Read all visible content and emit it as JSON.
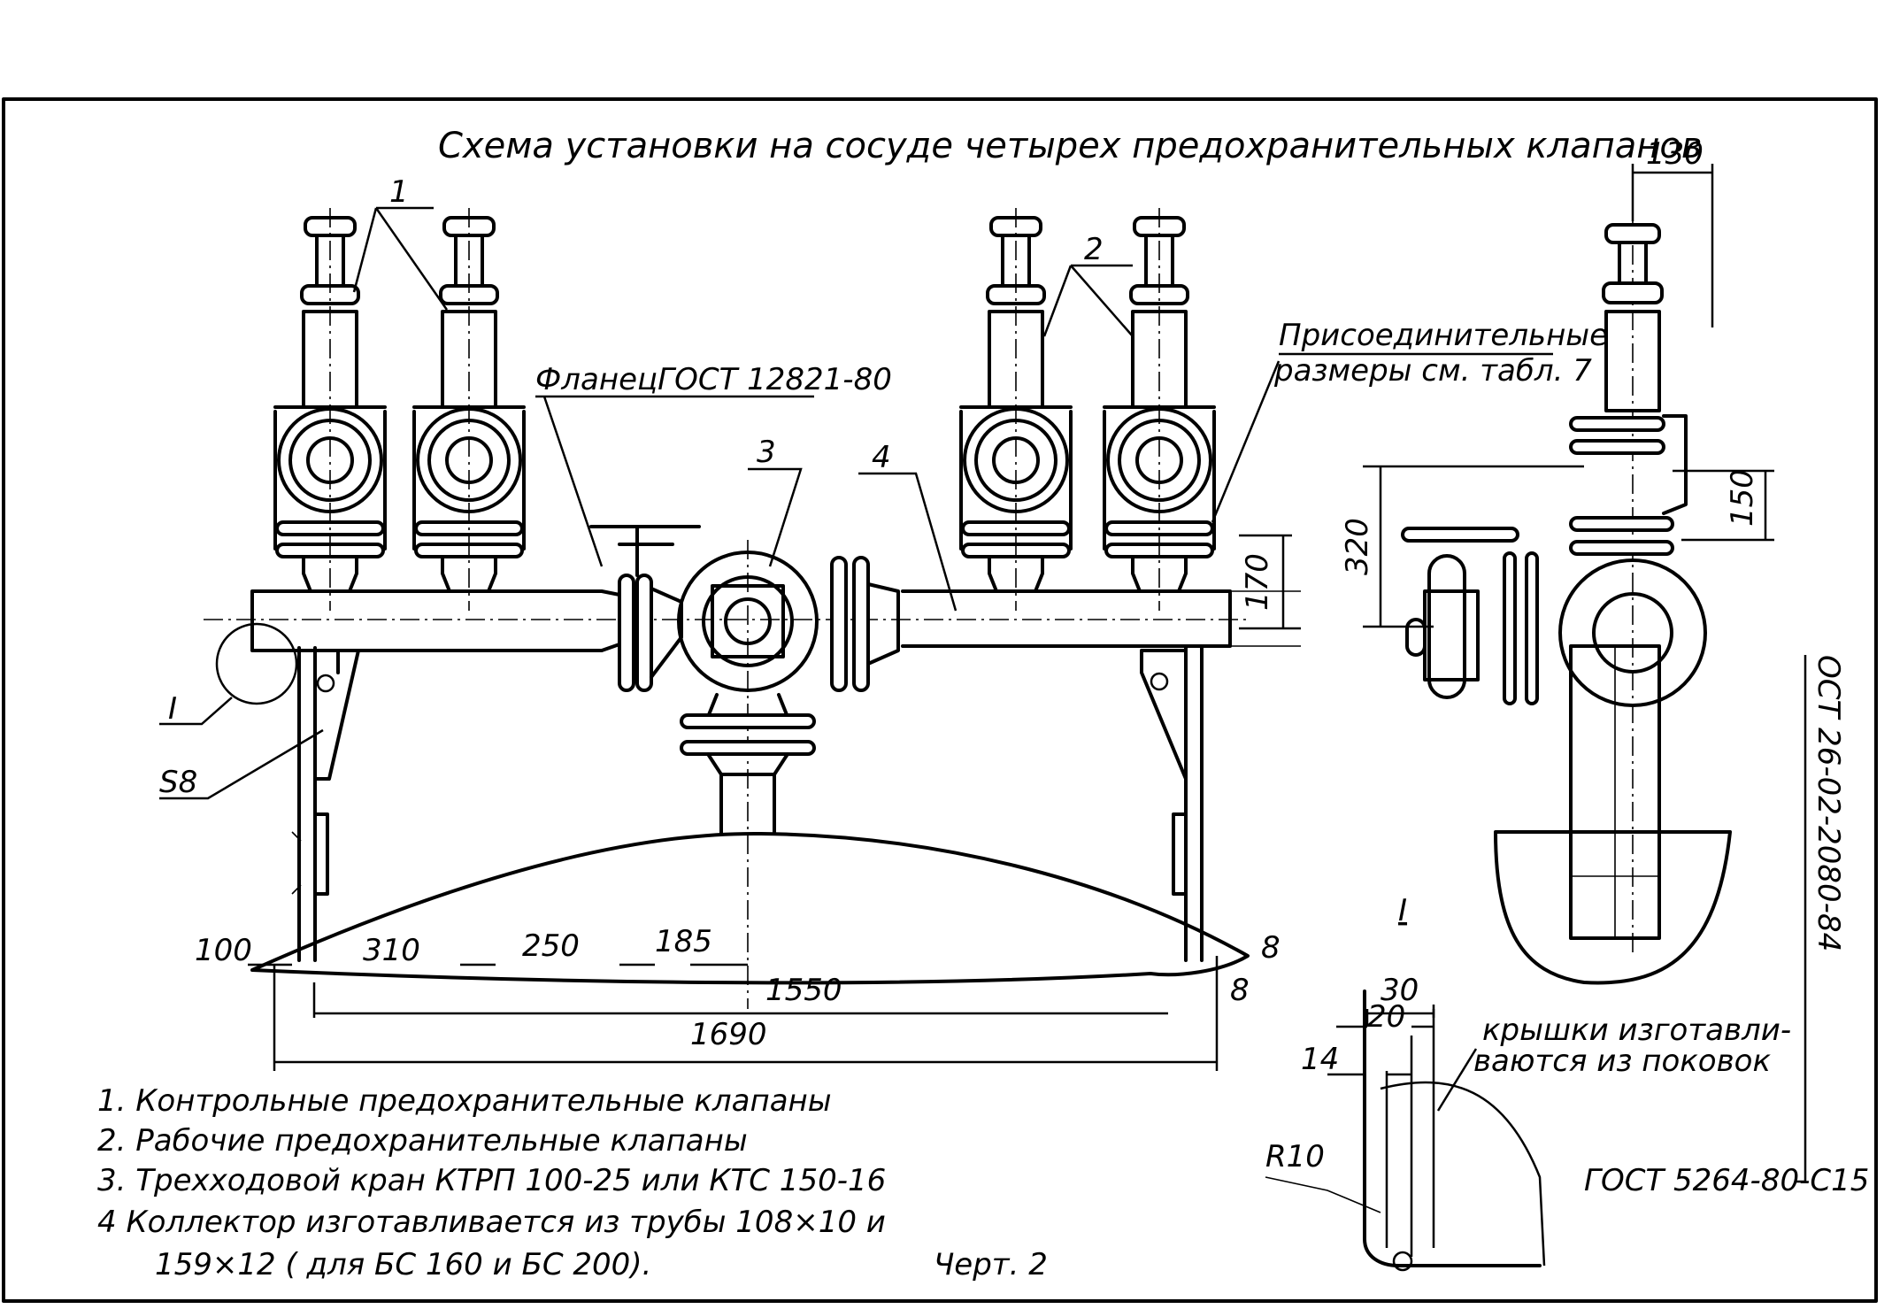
{
  "drawing": {
    "title": "Схема установки на сосуде  четырех предохранительных  клапанов",
    "figure_label": "Черт. 2",
    "side_stamp": "ОСТ 26-02-2080-84",
    "callouts": {
      "item1": "1",
      "item2": "2",
      "item3": "3",
      "item4": "4",
      "detail_ref": "I",
      "detail_title": "I",
      "thickness": "S8"
    },
    "annotations": {
      "flange": "ФланецГОСТ 12821-80",
      "connection_line1": "Присоединительные",
      "connection_line2": "размеры см. табл. 7",
      "forging_line1": "крышки изготавли-",
      "forging_line2": "ваются из поковок",
      "weld_standard": "ГОСТ 5264-80-С15"
    },
    "dimensions": {
      "main_view": [
        "100",
        "310",
        "250",
        "185",
        "1550",
        "1690",
        "8",
        "8",
        "170"
      ],
      "side_view": [
        "130",
        "150",
        "320"
      ],
      "detail": [
        "30",
        "20",
        "14",
        "R10"
      ]
    },
    "legend": [
      "1. Контрольные  предохранительные клапаны",
      "2. Рабочие  предохранительные  клапаны",
      "3. Трехходовой  кран КТРП 100-25 или КТС 150-16",
      "4  Коллектор изготавливается из трубы 108×10 и",
      "159×12  ( для БС 160 и БС 200)."
    ]
  }
}
